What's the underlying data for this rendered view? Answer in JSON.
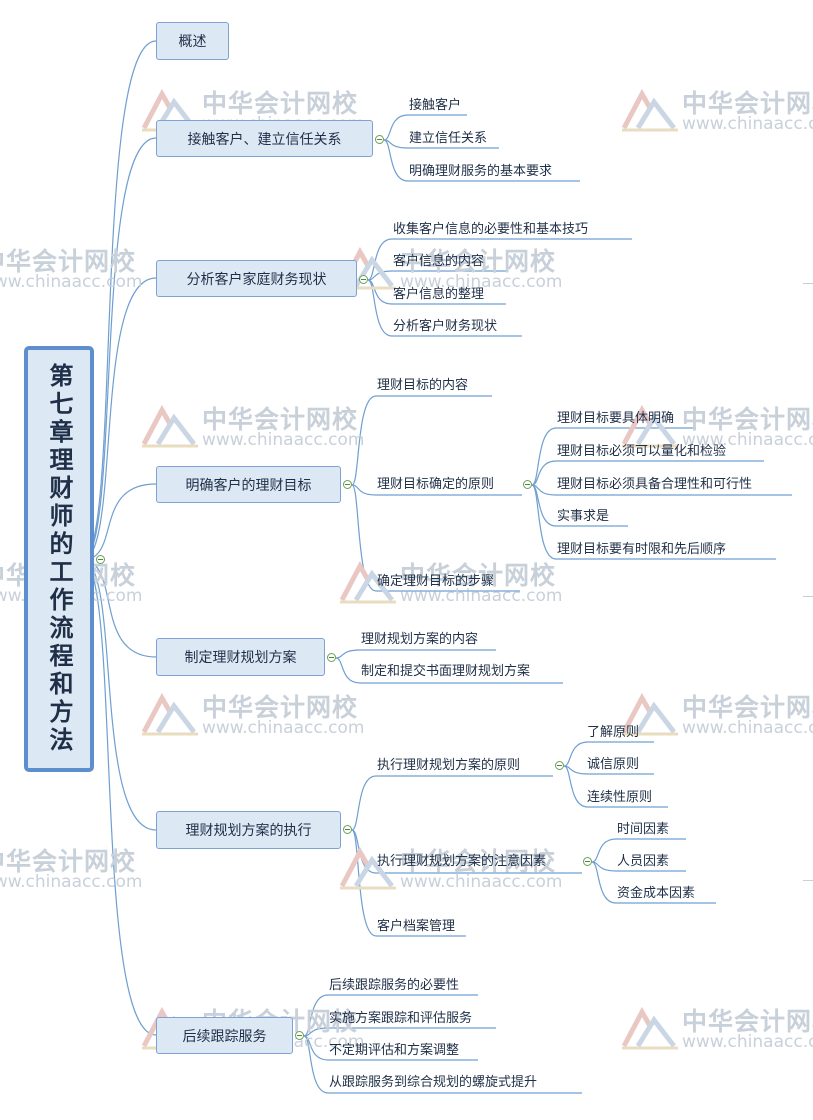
{
  "root": {
    "title": "第七章理财师的工作流程和方法"
  },
  "watermark": {
    "cn": "中华会计网校",
    "url": "www.chinaacc.com"
  },
  "colors": {
    "line": "#6f9fd0",
    "box_fill": "#dde8f5",
    "box_border": "#7ea2d4",
    "root_border": "#5d8fcf",
    "toggle": "#6aa055"
  },
  "branches": [
    {
      "label": "概述",
      "children": []
    },
    {
      "label": "接触客户、建立信任关系",
      "children": [
        "接触客户",
        "建立信任关系",
        "明确理财服务的基本要求"
      ]
    },
    {
      "label": "分析客户家庭财务现状",
      "children": [
        "收集客户信息的必要性和基本技巧",
        "客户信息的内容",
        "客户信息的整理",
        "分析客户财务现状"
      ]
    },
    {
      "label": "明确客户的理财目标",
      "children": [
        "理财目标的内容",
        {
          "label": "理财目标确定的原则",
          "children": [
            "理财目标要具体明确",
            "理财目标必须可以量化和检验",
            "理财目标必须具备合理性和可行性",
            "实事求是",
            "理财目标要有时限和先后顺序"
          ]
        },
        "确定理财目标的步骤"
      ]
    },
    {
      "label": "制定理财规划方案",
      "children": [
        "理财规划方案的内容",
        "制定和提交书面理财规划方案"
      ]
    },
    {
      "label": "理财规划方案的执行",
      "children": [
        {
          "label": "执行理财规划方案的原则",
          "children": [
            "了解原则",
            "诚信原则",
            "连续性原则"
          ]
        },
        {
          "label": "执行理财规划方案的注意因素",
          "children": [
            "时间因素",
            "人员因素",
            "资金成本因素"
          ]
        },
        "客户档案管理"
      ]
    },
    {
      "label": "后续跟踪服务",
      "children": [
        "后续跟踪服务的必要性",
        "实施方案跟踪和评估服务",
        "不定期评估和方案调整",
        "从跟踪服务到综合规划的螺旋式提升"
      ]
    }
  ]
}
